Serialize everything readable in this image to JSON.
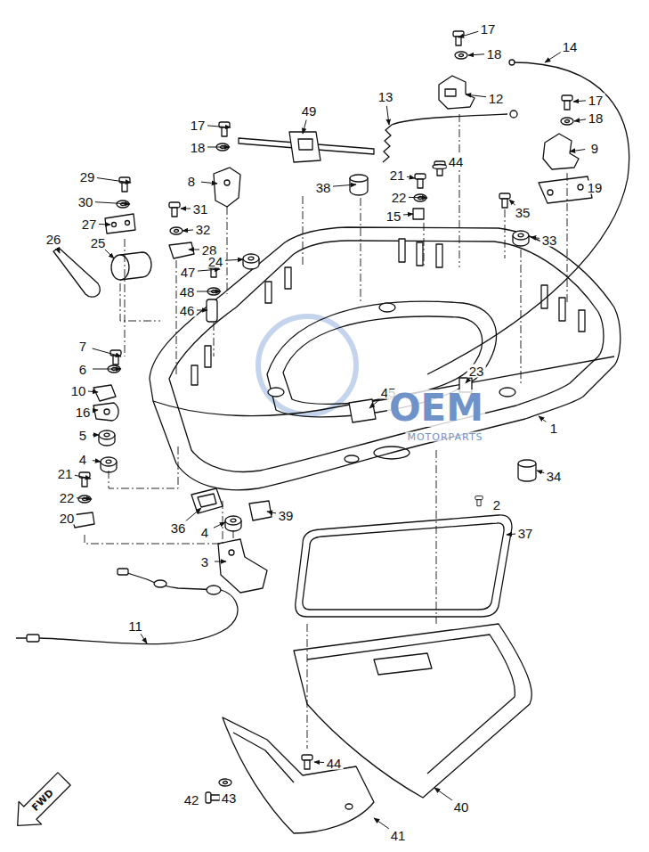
{
  "diagram": {
    "labels": [
      "17",
      "14",
      "18",
      "13",
      "12",
      "17",
      "49",
      "18",
      "17",
      "9",
      "21",
      "44",
      "18",
      "38",
      "22",
      "19",
      "8",
      "29",
      "31",
      "15",
      "35",
      "30",
      "27",
      "32",
      "28",
      "33",
      "26",
      "25",
      "24",
      "47",
      "48",
      "46",
      "7",
      "6",
      "23",
      "45",
      "10",
      "16",
      "1",
      "5",
      "4",
      "34",
      "21",
      "2",
      "22",
      "20",
      "36",
      "39",
      "4",
      "37",
      "3",
      "11",
      "44",
      "43",
      "42",
      "40",
      "41",
      "FWD",
      "OEM",
      "MOTORPARTS"
    ]
  }
}
